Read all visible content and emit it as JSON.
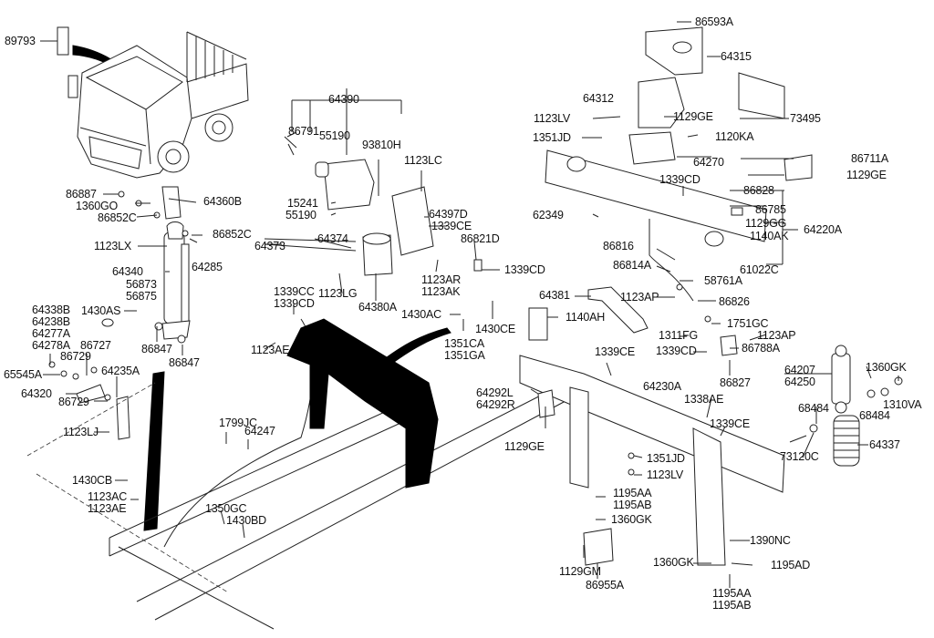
{
  "diagram": {
    "title": "Cab tilting system / cab mounting parts diagram",
    "background_color": "#ffffff",
    "line_color": "#222222",
    "labels": [
      {
        "id": "l01",
        "lines": [
          "89793"
        ]
      },
      {
        "id": "l02",
        "lines": [
          "86887"
        ]
      },
      {
        "id": "l03",
        "lines": [
          "1360GO"
        ]
      },
      {
        "id": "l04",
        "lines": [
          "86852C"
        ]
      },
      {
        "id": "l05",
        "lines": [
          "64360B"
        ]
      },
      {
        "id": "l06",
        "lines": [
          "86852C"
        ]
      },
      {
        "id": "l07",
        "lines": [
          "1123LX"
        ]
      },
      {
        "id": "l08",
        "lines": [
          "64285"
        ]
      },
      {
        "id": "l09",
        "lines": [
          "64340"
        ]
      },
      {
        "id": "l10",
        "lines": [
          "56873",
          "56875"
        ]
      },
      {
        "id": "l11",
        "lines": [
          "1430AS"
        ]
      },
      {
        "id": "l12",
        "lines": [
          "64338B",
          "64238B",
          "64277A",
          "64278A"
        ]
      },
      {
        "id": "l13",
        "lines": [
          "86727"
        ]
      },
      {
        "id": "l14",
        "lines": [
          "86729"
        ]
      },
      {
        "id": "l15",
        "lines": [
          "86847"
        ]
      },
      {
        "id": "l16",
        "lines": [
          "86847"
        ]
      },
      {
        "id": "l17",
        "lines": [
          "65545A"
        ]
      },
      {
        "id": "l18",
        "lines": [
          "64235A"
        ]
      },
      {
        "id": "l19",
        "lines": [
          "64320"
        ]
      },
      {
        "id": "l20",
        "lines": [
          "86729"
        ]
      },
      {
        "id": "l21",
        "lines": [
          "1123LJ"
        ]
      },
      {
        "id": "l22",
        "lines": [
          "1430CB"
        ]
      },
      {
        "id": "l23",
        "lines": [
          "1123AC",
          "1123AE"
        ]
      },
      {
        "id": "l24",
        "lines": [
          "1350GC"
        ]
      },
      {
        "id": "l25",
        "lines": [
          "1430BD"
        ]
      },
      {
        "id": "l26",
        "lines": [
          "1799JC"
        ]
      },
      {
        "id": "l27",
        "lines": [
          "64247"
        ]
      },
      {
        "id": "l28",
        "lines": [
          "64390"
        ]
      },
      {
        "id": "l29",
        "lines": [
          "86791"
        ]
      },
      {
        "id": "l30",
        "lines": [
          "55190"
        ]
      },
      {
        "id": "l31",
        "lines": [
          "93810H"
        ]
      },
      {
        "id": "l32",
        "lines": [
          "1123LC"
        ]
      },
      {
        "id": "l33",
        "lines": [
          "15241"
        ]
      },
      {
        "id": "l34",
        "lines": [
          "55190"
        ]
      },
      {
        "id": "l35",
        "lines": [
          "64397D"
        ]
      },
      {
        "id": "l36",
        "lines": [
          "1339CE"
        ]
      },
      {
        "id": "l37",
        "lines": [
          "64373"
        ]
      },
      {
        "id": "l38",
        "lines": [
          "64374"
        ]
      },
      {
        "id": "l39",
        "lines": [
          "86821D"
        ]
      },
      {
        "id": "l40",
        "lines": [
          "1339CD"
        ]
      },
      {
        "id": "l41",
        "lines": [
          "1123LG"
        ]
      },
      {
        "id": "l42",
        "lines": [
          "64380A"
        ]
      },
      {
        "id": "l43",
        "lines": [
          "1123AR",
          "1123AK"
        ]
      },
      {
        "id": "l44",
        "lines": [
          "1339CC",
          "1339CD"
        ]
      },
      {
        "id": "l45",
        "lines": [
          "1430AC"
        ]
      },
      {
        "id": "l46",
        "lines": [
          "1430CE"
        ]
      },
      {
        "id": "l47",
        "lines": [
          "1123AE"
        ]
      },
      {
        "id": "l48",
        "lines": [
          "1351CA",
          "1351GA"
        ]
      },
      {
        "id": "l49",
        "lines": [
          "86593A"
        ]
      },
      {
        "id": "l50",
        "lines": [
          "64315"
        ]
      },
      {
        "id": "l51",
        "lines": [
          "64312"
        ]
      },
      {
        "id": "l52",
        "lines": [
          "73495"
        ]
      },
      {
        "id": "l53",
        "lines": [
          "1123LV"
        ]
      },
      {
        "id": "l54",
        "lines": [
          "1129GE"
        ]
      },
      {
        "id": "l55",
        "lines": [
          "1351JD"
        ]
      },
      {
        "id": "l56",
        "lines": [
          "1120KA"
        ]
      },
      {
        "id": "l57",
        "lines": [
          "86711A"
        ]
      },
      {
        "id": "l58",
        "lines": [
          "64270"
        ]
      },
      {
        "id": "l59",
        "lines": [
          "1129GE"
        ]
      },
      {
        "id": "l60",
        "lines": [
          "1339CD"
        ]
      },
      {
        "id": "l61",
        "lines": [
          "86828"
        ]
      },
      {
        "id": "l62",
        "lines": [
          "86785"
        ]
      },
      {
        "id": "l63",
        "lines": [
          "62349"
        ]
      },
      {
        "id": "l64",
        "lines": [
          "1129GG"
        ]
      },
      {
        "id": "l65",
        "lines": [
          "64220A"
        ]
      },
      {
        "id": "l66",
        "lines": [
          "1140AK"
        ]
      },
      {
        "id": "l67",
        "lines": [
          "86816"
        ]
      },
      {
        "id": "l68",
        "lines": [
          "86814A"
        ]
      },
      {
        "id": "l69",
        "lines": [
          "61022C"
        ]
      },
      {
        "id": "l70",
        "lines": [
          "58761A"
        ]
      },
      {
        "id": "l71",
        "lines": [
          "64381"
        ]
      },
      {
        "id": "l72",
        "lines": [
          "1123AP"
        ]
      },
      {
        "id": "l73",
        "lines": [
          "86826"
        ]
      },
      {
        "id": "l74",
        "lines": [
          "1140AH"
        ]
      },
      {
        "id": "l75",
        "lines": [
          "1751GC"
        ]
      },
      {
        "id": "l76",
        "lines": [
          "1311FG"
        ]
      },
      {
        "id": "l77",
        "lines": [
          "1123AP"
        ]
      },
      {
        "id": "l78",
        "lines": [
          "1339CE"
        ]
      },
      {
        "id": "l79",
        "lines": [
          "1339CD"
        ]
      },
      {
        "id": "l80",
        "lines": [
          "86788A"
        ]
      },
      {
        "id": "l81",
        "lines": [
          "86827"
        ]
      },
      {
        "id": "l82",
        "lines": [
          "64207",
          "64250"
        ]
      },
      {
        "id": "l83",
        "lines": [
          "1360GK"
        ]
      },
      {
        "id": "l84",
        "lines": [
          "64230A"
        ]
      },
      {
        "id": "l85",
        "lines": [
          "64292L",
          "64292R"
        ]
      },
      {
        "id": "l86",
        "lines": [
          "1338AE"
        ]
      },
      {
        "id": "l87",
        "lines": [
          "1310VA"
        ]
      },
      {
        "id": "l88",
        "lines": [
          "68484"
        ]
      },
      {
        "id": "l89",
        "lines": [
          "68484"
        ]
      },
      {
        "id": "l90",
        "lines": [
          "1339CE"
        ]
      },
      {
        "id": "l91",
        "lines": [
          "1129GE"
        ]
      },
      {
        "id": "l92",
        "lines": [
          "73120C"
        ]
      },
      {
        "id": "l93",
        "lines": [
          "64337"
        ]
      },
      {
        "id": "l94",
        "lines": [
          "1351JD"
        ]
      },
      {
        "id": "l95",
        "lines": [
          "1123LV"
        ]
      },
      {
        "id": "l96",
        "lines": [
          "1195AA",
          "1195AB"
        ]
      },
      {
        "id": "l97",
        "lines": [
          "1360GK"
        ]
      },
      {
        "id": "l98",
        "lines": [
          "1390NC"
        ]
      },
      {
        "id": "l99",
        "lines": [
          "1129GM"
        ]
      },
      {
        "id": "l100",
        "lines": [
          "1360GK"
        ]
      },
      {
        "id": "l101",
        "lines": [
          "1195AD"
        ]
      },
      {
        "id": "l102",
        "lines": [
          "86955A"
        ]
      },
      {
        "id": "l103",
        "lines": [
          "1195AA",
          "1195AB"
        ]
      }
    ]
  }
}
